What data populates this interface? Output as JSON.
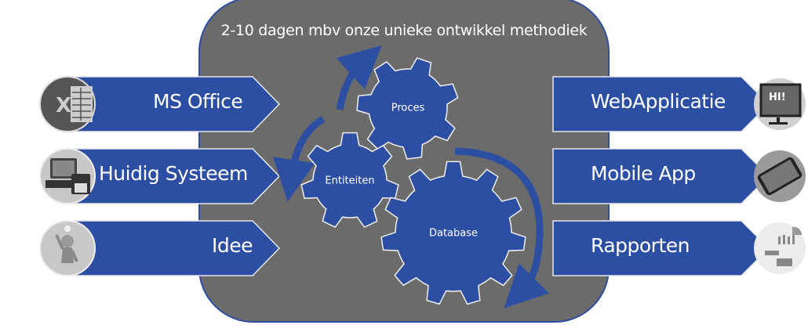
{
  "colors": {
    "blue": "#2c4ea3",
    "panel_gray": "#6b6b6b",
    "circle_gray": "#c8c8c8",
    "text": "#ffffff"
  },
  "panel": {
    "title": "2-10 dagen mbv onze unieke ontwikkel methodiek"
  },
  "inputs": [
    {
      "label": "MS Office",
      "icon": "excel-icon"
    },
    {
      "label": "Huidig Systeem",
      "icon": "computer-floppy-icon"
    },
    {
      "label": "Idee",
      "icon": "idea-person-icon"
    }
  ],
  "outputs": [
    {
      "label": "WebApplicatie",
      "icon": "monitor-hi-icon"
    },
    {
      "label": "Mobile App",
      "icon": "smartphone-icon"
    },
    {
      "label": "Rapporten",
      "icon": "reporting-icon"
    }
  ],
  "gears": [
    {
      "label": "Proces"
    },
    {
      "label": "Entiteiten"
    },
    {
      "label": "Database"
    }
  ]
}
